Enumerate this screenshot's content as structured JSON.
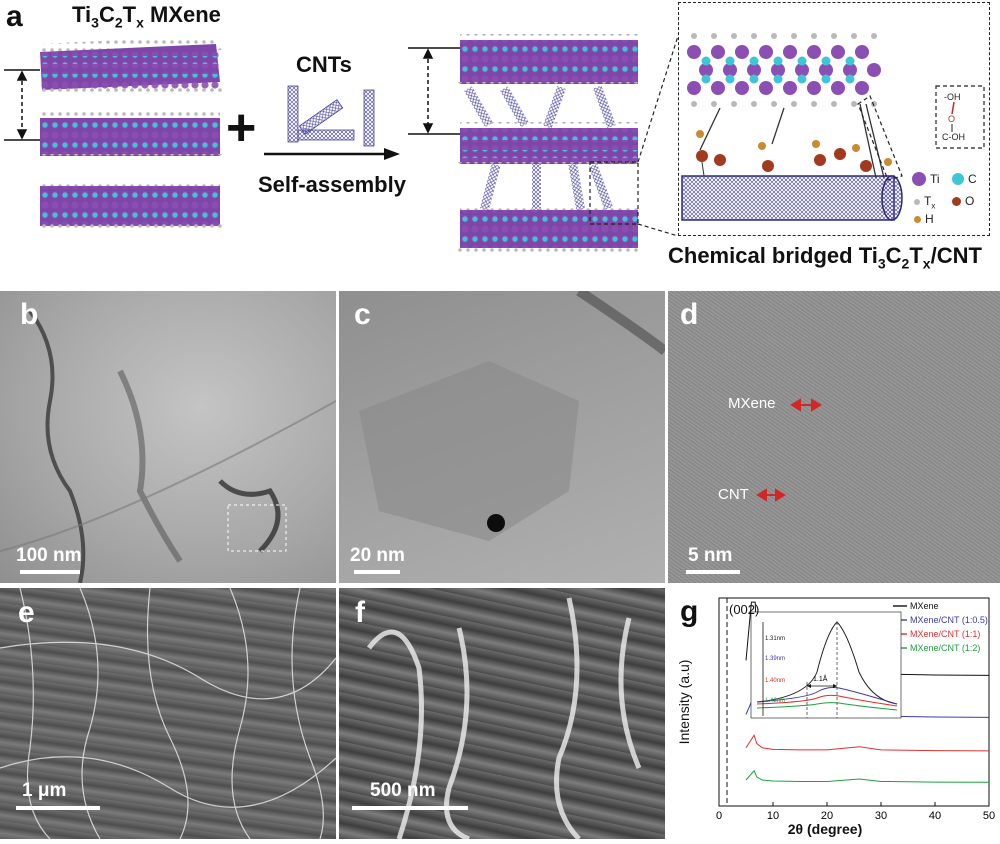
{
  "panel_a": {
    "letter": "a",
    "mxene_title": "Ti3C2Tx MXene",
    "mxene_title_parts": {
      "base": "Ti",
      "s1": "3",
      "c": "C",
      "s2": "2",
      "t": "T",
      "sx": "x",
      "rest": " MXene"
    },
    "cnts_label": "CNTs",
    "self_assembly_label": "Self-assembly",
    "bridge_title_parts": {
      "pre": "Chemical bridged Ti",
      "s1": "3",
      "c": "C",
      "s2": "2",
      "t": "T",
      "sx": "x",
      "post": "/CNT"
    },
    "plus": "+",
    "legend": [
      {
        "symbol": "Ti",
        "color": "#8b4fb3"
      },
      {
        "symbol": "C",
        "color": "#3ec6d6"
      },
      {
        "symbol": "Tx",
        "color": "#b9b9b9"
      },
      {
        "symbol": "O",
        "color": "#a23a1e"
      },
      {
        "symbol": "H",
        "color": "#c98a30"
      }
    ],
    "functional_groups": {
      "oh_top": "-OH",
      "o": "O",
      "c_oh": "C-OH"
    },
    "colors": {
      "ti": "#8b4fb3",
      "c": "#3ec6d6",
      "tx": "#b9b9b9",
      "o": "#a23a1e",
      "h": "#c98a30",
      "cnt": "#2e2a7a"
    }
  },
  "panel_b": {
    "letter": "b",
    "scale": "100 nm"
  },
  "panel_c": {
    "letter": "c",
    "scale": "20 nm"
  },
  "panel_d": {
    "letter": "d",
    "scale": "5 nm",
    "label_mxene": "MXene",
    "label_cnt": "CNT"
  },
  "panel_e": {
    "letter": "e",
    "scale": "1 μm"
  },
  "panel_f": {
    "letter": "f",
    "scale": "500 nm"
  },
  "panel_g": {
    "letter": "g",
    "peak_label": "(002)",
    "inset_arrow_label": "1.1Å",
    "inset_spacings": [
      {
        "text": "1.31nm",
        "color": "#222222"
      },
      {
        "text": "1.39nm",
        "color": "#3a3ab0"
      },
      {
        "text": "1.40nm",
        "color": "#e03030"
      },
      {
        "text": "1.42nm",
        "color": "#20a040"
      }
    ]
  },
  "chart_data": {
    "type": "line",
    "xlabel": "2θ (degree)",
    "ylabel": "Intensity (a.u)",
    "xlim": [
      0,
      50
    ],
    "xticks": [
      0,
      10,
      20,
      30,
      40,
      50
    ],
    "legend_position": "top-right",
    "series": [
      {
        "name": "MXene",
        "color": "#111111",
        "offset": 0.62,
        "x": [
          5,
          6,
          6.5,
          6.7,
          7,
          7.5,
          8,
          10,
          13,
          15,
          20,
          26,
          30,
          40,
          50
        ],
        "y": [
          0.08,
          0.5,
          1.0,
          0.6,
          0.18,
          0.07,
          0.04,
          0.03,
          0.035,
          0.025,
          0.02,
          0.02,
          0.015,
          0.01,
          0.008
        ]
      },
      {
        "name": "MXene/CNT (1:0.5)",
        "color": "#3a3ab0",
        "offset": 0.42,
        "x": [
          5,
          6,
          6.5,
          7,
          8,
          10,
          15,
          20,
          26,
          30,
          40,
          50
        ],
        "y": [
          0.02,
          0.08,
          0.1,
          0.05,
          0.02,
          0.015,
          0.012,
          0.012,
          0.03,
          0.012,
          0.008,
          0.006
        ]
      },
      {
        "name": "MXene/CNT (1:1)",
        "color": "#e03030",
        "offset": 0.26,
        "x": [
          5,
          6,
          6.5,
          7,
          8,
          10,
          15,
          20,
          26,
          30,
          40,
          50
        ],
        "y": [
          0.02,
          0.06,
          0.08,
          0.04,
          0.02,
          0.012,
          0.01,
          0.01,
          0.025,
          0.01,
          0.006,
          0.005
        ]
      },
      {
        "name": "MXene/CNT (1:2)",
        "color": "#20a040",
        "offset": 0.11,
        "x": [
          5,
          6,
          6.5,
          7,
          8,
          10,
          15,
          20,
          26,
          30,
          40,
          50
        ],
        "y": [
          0.015,
          0.045,
          0.06,
          0.03,
          0.015,
          0.01,
          0.008,
          0.008,
          0.02,
          0.008,
          0.005,
          0.004
        ]
      }
    ]
  }
}
